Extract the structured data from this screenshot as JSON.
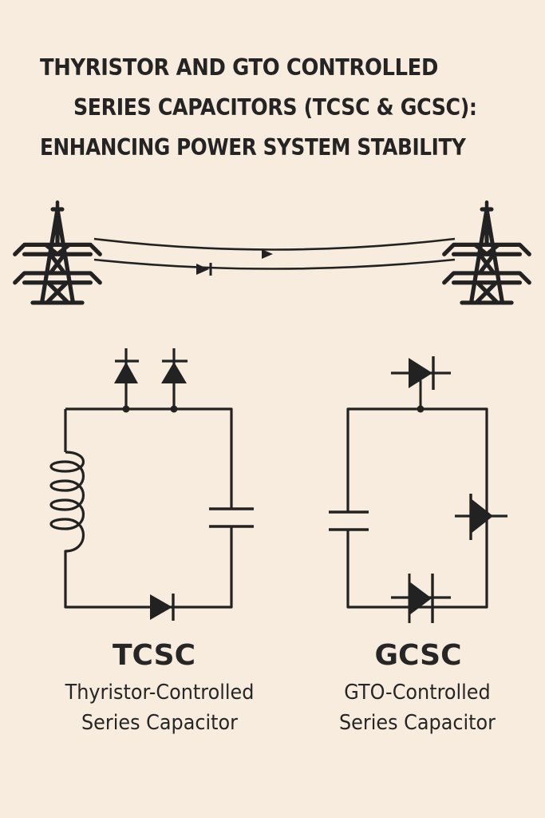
{
  "title": {
    "line1": "THYRISTOR AND GTO CONTROLLED",
    "line2": "SERIES CAPACITORS (TCSC & GCSC):",
    "line3": "ENHANCING POWER SYSTEM STABILITY"
  },
  "tcsc": {
    "abbr": "TCSC",
    "desc_line1": "Thyristor-Controlled",
    "desc_line2": "Series Capacitor"
  },
  "gcsc": {
    "abbr": "GCSC",
    "desc_line1": "GTO-Controlled",
    "desc_line2": "Series Capacitor"
  },
  "colors": {
    "background": "#f8ecdf",
    "ink": "#222222"
  }
}
